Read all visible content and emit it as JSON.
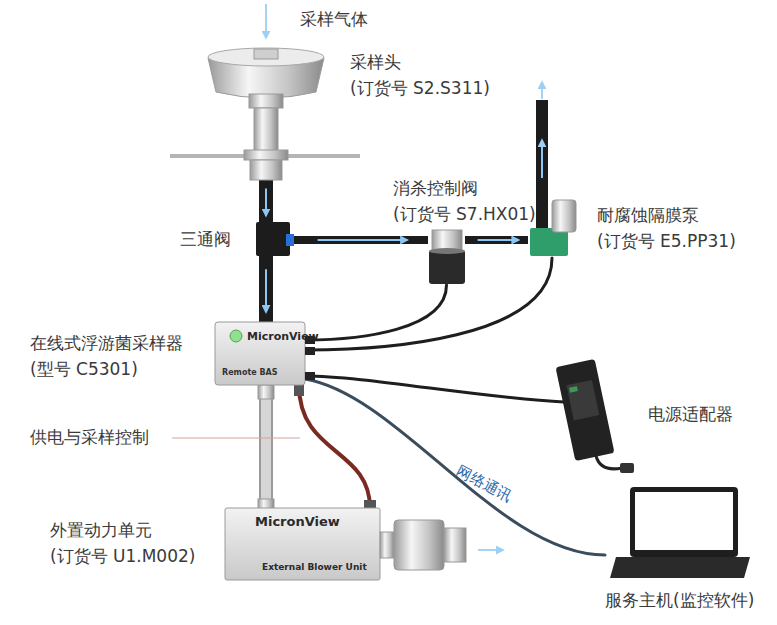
{
  "diagram": {
    "nodes": [
      {
        "text": [
          "采样头",
          "(订货号 S2.S311)"
        ]
      },
      {
        "text": [
          "三通阀"
        ]
      },
      {
        "text": [
          "消杀控制阀",
          "(订货号 S7.HX01)"
        ]
      },
      {
        "text": [
          "耐腐蚀隔膜泵",
          "(订货号 E5.PP31)"
        ]
      },
      {
        "text": [
          "在线式浮游菌采样器",
          "(型号 C5301)",
          "MicronView",
          "Remote BAS"
        ]
      },
      {
        "text": [
          "电源适配器"
        ]
      },
      {
        "text": [
          "外置动力单元",
          "(订货号 U1.M002)",
          "MicronView",
          "External Blower Unit"
        ]
      },
      {
        "text": [
          "服务主机(监控软件)"
        ]
      }
    ],
    "edges": [
      {
        "from": 0,
        "to": 1,
        "arrow": "to"
      },
      {
        "from": 1,
        "to": 4,
        "arrow": "to"
      },
      {
        "from": 1,
        "to": 2,
        "arrow": "to"
      },
      {
        "from": 2,
        "to": 3,
        "arrow": "to"
      },
      {
        "from": 2,
        "to": 4,
        "arrow": "none"
      },
      {
        "from": 3,
        "to": 4,
        "arrow": "none"
      },
      {
        "from": 5,
        "to": 4,
        "arrow": "none"
      },
      {
        "from": 4,
        "to": 6,
        "arrow": "none"
      },
      {
        "from": 4,
        "to": 6,
        "arrow": "none"
      },
      {
        "from": 4,
        "to": 7,
        "label": "网络通讯",
        "arrow": "none"
      }
    ],
    "labels": [
      "采样气体",
      "供电与采样控制"
    ]
  }
}
